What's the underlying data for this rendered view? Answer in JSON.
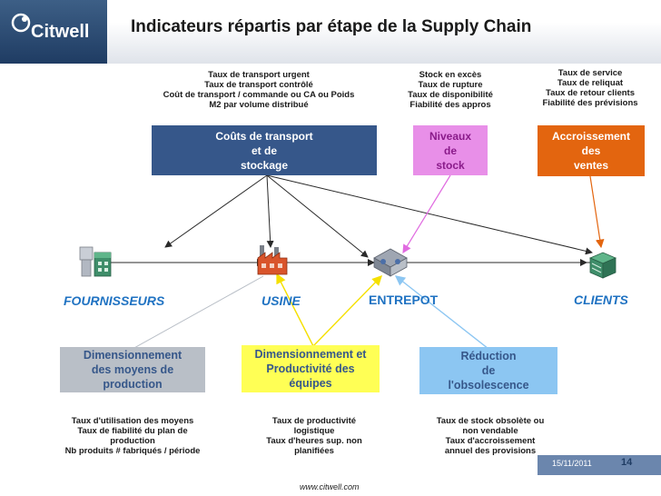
{
  "header": {
    "logo": "Citwell",
    "title": "Indicateurs répartis par étape de la Supply Chain"
  },
  "indicators_top": {
    "transport": [
      "Taux de transport urgent",
      "Taux de transport contrôlé",
      "Coût de transport / commande ou CA ou Poids",
      "M2 par volume distribué"
    ],
    "stock": [
      "Stock en excès",
      "Taux de rupture",
      "Taux de disponibilité",
      "Fiabilité des appros"
    ],
    "service": [
      "Taux de service",
      "Taux de reliquat",
      "Taux de retour clients",
      "Fiabilité des prévisions"
    ]
  },
  "boxes_top": {
    "transport": [
      "Coûts de transport",
      "et de",
      "stockage"
    ],
    "stock": [
      "Niveaux",
      "de",
      "stock"
    ],
    "sales": [
      "Accroissement",
      "des",
      "ventes"
    ]
  },
  "nodes": {
    "suppliers": "FOURNISSEURS",
    "factory": "USINE",
    "warehouse": "ENTREPOT",
    "clients": "CLIENTS"
  },
  "boxes_bottom": {
    "production": [
      "Dimensionnement",
      "des moyens de",
      "production"
    ],
    "teams": [
      "Dimensionnement et",
      "Productivité des",
      "équipes"
    ],
    "obsolescence": [
      "Réduction",
      "de",
      "l'obsolescence"
    ]
  },
  "indicators_bottom": {
    "production": [
      "Taux d'utilisation des moyens",
      "Taux de fiabilité du plan de",
      "production",
      "Nb produits # fabriqués / période"
    ],
    "teams": [
      "Taux de productivité",
      "logistique",
      "Taux d'heures sup. non",
      "planifiées"
    ],
    "obsolescence": [
      "Taux de stock obsolète ou",
      "non vendable",
      "Taux d'accroissement",
      "annuel des provisions"
    ]
  },
  "footer": {
    "url": "www.citwell.com",
    "date": "15/11/2011",
    "page": "14"
  },
  "colors": {
    "transport_box": "#36578a",
    "stock_box": "#e88fe8",
    "sales_box": "#e3650f",
    "production_box": "#b9bfc7",
    "teams_box": "#ffff55",
    "obsolescence_box": "#8cc6f2",
    "label": "#1f72c2"
  }
}
